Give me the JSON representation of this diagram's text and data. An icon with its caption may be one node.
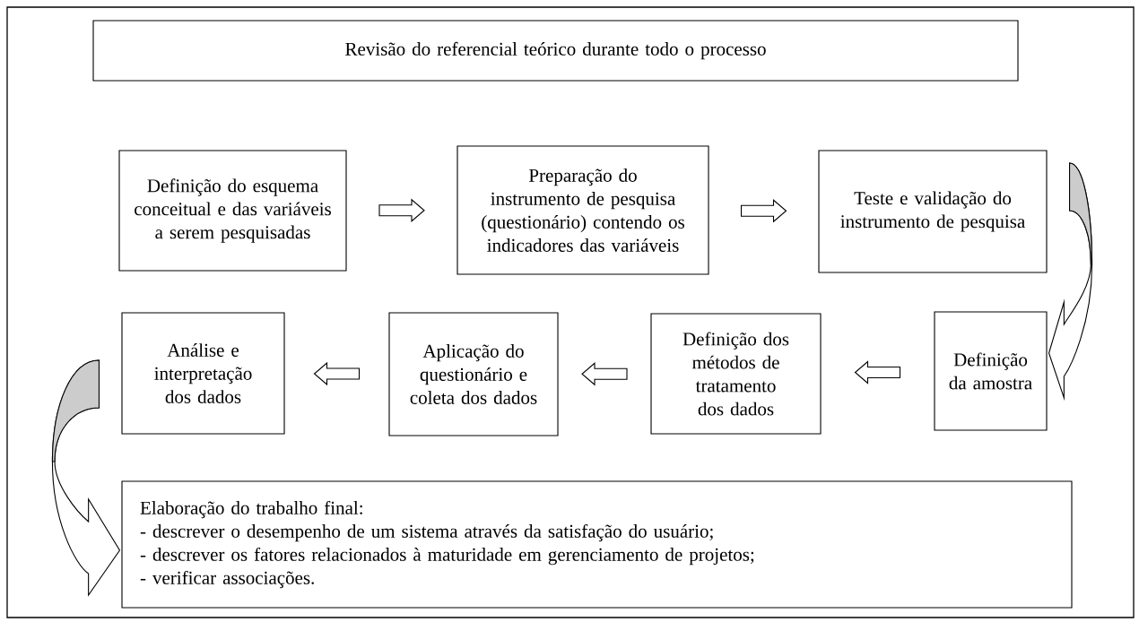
{
  "diagram": {
    "nodes": [
      {
        "text": [
          "Revisão do referencial teórico durante todo o processo"
        ]
      },
      {
        "text": [
          "Definição do esquema conceitual e das variáveis a serem pesquisadas"
        ]
      },
      {
        "text": [
          "Preparação do instrumento de pesquisa (questionário) contendo os indicadores das variáveis"
        ]
      },
      {
        "text": [
          "Teste e validação do instrumento de pesquisa"
        ]
      },
      {
        "text": [
          "Definição da amostra"
        ]
      },
      {
        "text": [
          "Definição dos métodos de tratamento dos dados"
        ]
      },
      {
        "text": [
          "Aplicação do questionário e coleta dos dados"
        ]
      },
      {
        "text": [
          "Análise e interpretação dos dados"
        ]
      },
      {
        "text": [
          "Elaboração do trabalho final:",
          "- descrever o desempenho de um sistema através da satisfação do usuário;",
          "- descrever os fatores relacionados à maturidade em gerenciamento de projetos;",
          "- verificar associações."
        ]
      }
    ],
    "edges": [
      {
        "from": 1,
        "to": 2,
        "arrow": "to"
      },
      {
        "from": 2,
        "to": 3,
        "arrow": "to"
      },
      {
        "from": 3,
        "to": 4,
        "arrow": "to"
      },
      {
        "from": 4,
        "to": 5,
        "arrow": "to"
      },
      {
        "from": 5,
        "to": 6,
        "arrow": "to"
      },
      {
        "from": 6,
        "to": 7,
        "arrow": "to"
      },
      {
        "from": 7,
        "to": 8,
        "arrow": "to"
      }
    ]
  }
}
